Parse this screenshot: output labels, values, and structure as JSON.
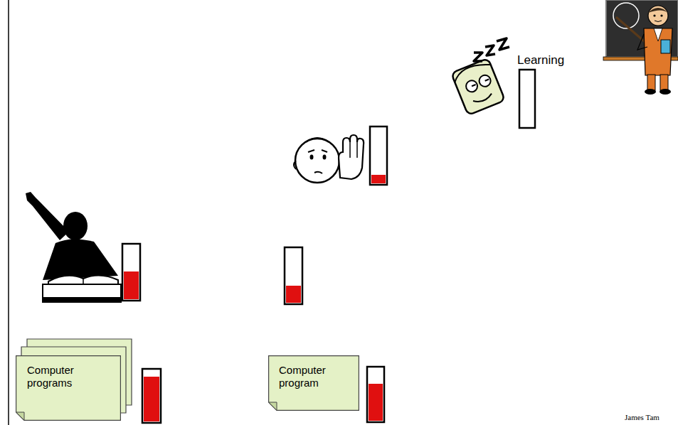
{
  "diagram": {
    "nodes": [
      {
        "text": [
          "Computer programs"
        ]
      },
      {
        "text": [
          "Computer program"
        ]
      }
    ],
    "labels": [
      "Learning",
      "James Tam"
    ]
  }
}
